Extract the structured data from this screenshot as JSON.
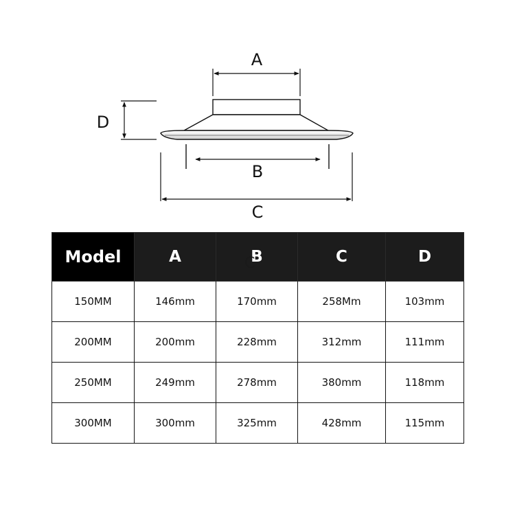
{
  "diagram": {
    "labels": {
      "a": "A",
      "b": "B",
      "c": "C",
      "d": "D"
    },
    "stray_label": "C"
  },
  "table": {
    "headers": [
      "Model",
      "A",
      "B",
      "C",
      "D"
    ],
    "rows": [
      [
        "150MM",
        "146mm",
        "170mm",
        "258Mm",
        "103mm"
      ],
      [
        "200MM",
        "200mm",
        "228mm",
        "312mm",
        "111mm"
      ],
      [
        "250MM",
        "249mm",
        "278mm",
        "380mm",
        "118mm"
      ],
      [
        "300MM",
        "300mm",
        "325mm",
        "428mm",
        "115mm"
      ]
    ]
  },
  "colors": {
    "header_bg": "#1c1c1c",
    "model_header_bg": "#000000",
    "header_text": "#ffffff",
    "line": "#111111"
  }
}
